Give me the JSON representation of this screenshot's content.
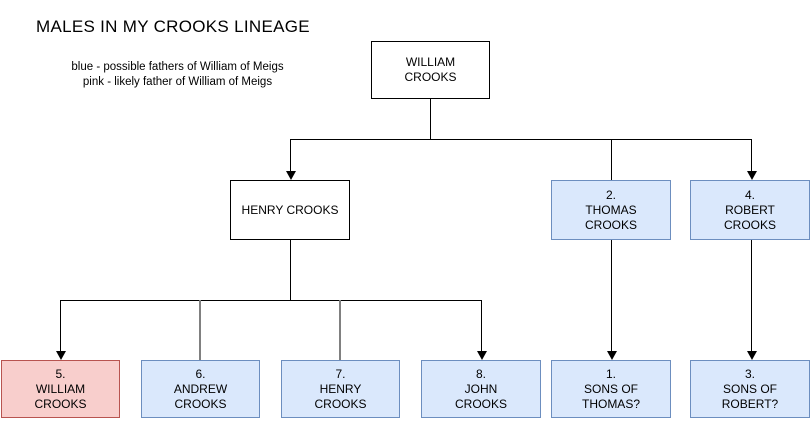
{
  "title": "MALES IN MY CROOKS LINEAGE",
  "legend": {
    "blue_note": "blue - possible fathers of William of Meigs",
    "pink_note": "pink - likely father of William of Meigs"
  },
  "colors": {
    "blue_fill": "#dae8fc",
    "blue_border": "#6c8ebf",
    "pink_fill": "#f8cecc",
    "pink_border": "#b85450",
    "white_fill": "#ffffff",
    "line_black": "#000000",
    "line_gray": "#808080",
    "text": "#000000"
  },
  "nodes": {
    "william_root": {
      "label": "WILLIAM\nCROOKS",
      "style": "white"
    },
    "henry_son": {
      "label": "HENRY CROOKS",
      "style": "white"
    },
    "thomas": {
      "label": "2.\nTHOMAS\nCROOKS",
      "style": "blue"
    },
    "robert": {
      "label": "4.\nROBERT\nCROOKS",
      "style": "blue"
    },
    "william_likely": {
      "label": "5.\nWILLIAM\nCROOKS",
      "style": "pink"
    },
    "andrew": {
      "label": "6.\nANDREW\nCROOKS",
      "style": "blue"
    },
    "henry_grandson": {
      "label": "7.\nHENRY\nCROOKS",
      "style": "blue"
    },
    "john": {
      "label": "8.\nJOHN\nCROOKS",
      "style": "blue"
    },
    "sons_of_thomas": {
      "label": "1.\nSONS OF\nTHOMAS?",
      "style": "blue"
    },
    "sons_of_robert": {
      "label": "3.\nSONS OF\nROBERT?",
      "style": "blue"
    }
  }
}
